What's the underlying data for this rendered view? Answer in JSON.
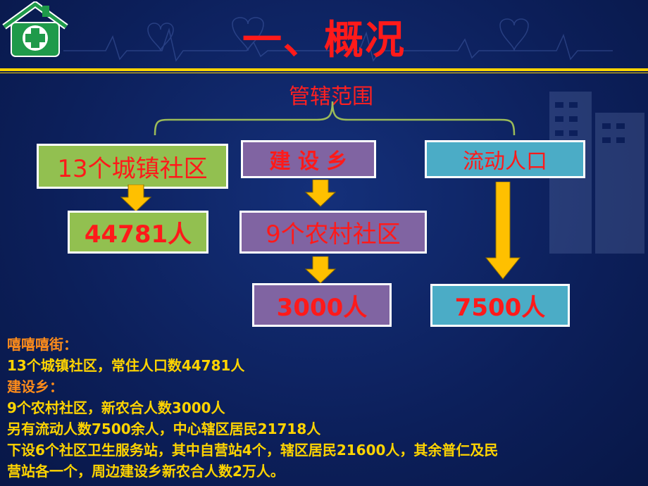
{
  "slide": {
    "title": "一、概况",
    "scope_label": "管辖范围"
  },
  "diagram": {
    "left": {
      "top_box": "13个城镇社区",
      "bottom_box": "44781人"
    },
    "middle": {
      "top_box": "建 设 乡",
      "mid_box": "9个农村社区",
      "bottom_box": "3000人"
    },
    "right": {
      "top_box": "流动人口",
      "bottom_box": "7500人"
    }
  },
  "notes": [
    {
      "text": "嘻嘻嘻街：",
      "style": "orange"
    },
    {
      "text": "13个城镇社区，常住人口数44781人",
      "style": "yellow"
    },
    {
      "text": "建设乡：",
      "style": "orange"
    },
    {
      "text": "9个农村社区，新农合人数3000人",
      "style": "yellow"
    },
    {
      "text": "另有流动人数7500余人，中心辖区居民21718人",
      "style": "yellow"
    },
    {
      "text": "下设6个社区卫生服务站，其中自营站4个，辖区居民21600人，其余普仁及民",
      "style": "yellow"
    },
    {
      "text": "营站各一个，周边建设乡新农合人数2万人。",
      "style": "yellow"
    }
  ],
  "colors": {
    "background": "#0c1f5a",
    "accent_line": "#ffd400",
    "title_red": "#ff1a1a",
    "box_green": "#92c050",
    "box_purple": "#8064a2",
    "box_teal": "#4bacc6",
    "arrow_yellow": "#ffc000",
    "note_orange": "#ff8c1a",
    "note_yellow": "#ffd400"
  },
  "icons": [
    "hospital-cross-logo-icon",
    "down-arrow-icon"
  ]
}
